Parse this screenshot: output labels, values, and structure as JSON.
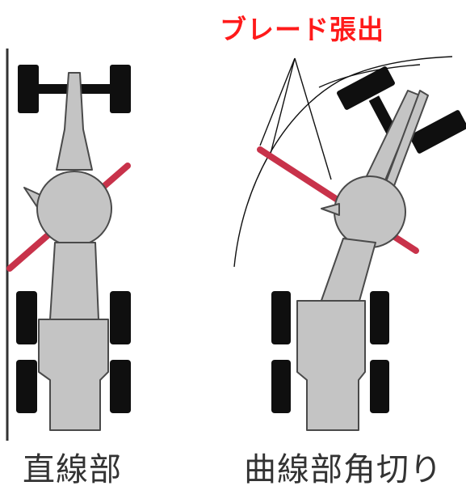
{
  "labels": {
    "title": "ブレード張出",
    "straight": "直線部",
    "corner": "曲線部角切り"
  }
}
